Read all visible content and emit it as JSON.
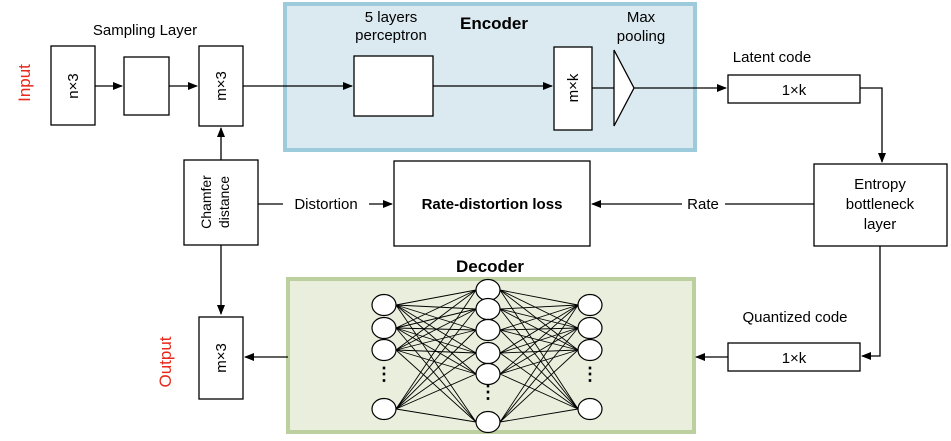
{
  "side_labels": {
    "input": "Input",
    "output": "Output"
  },
  "sampling": {
    "title": "Sampling Layer",
    "box_in": "n×3",
    "box_out": "m×3"
  },
  "encoder": {
    "title": "Encoder",
    "perceptron": "5 layers\nperceptron",
    "features": "m×k",
    "max_pooling": "Max\npooling"
  },
  "latent": {
    "title": "Latent code",
    "value": "1×k"
  },
  "entropy": {
    "label": "Entropy\nbottleneck\nlayer"
  },
  "chamfer": {
    "label": "Chamfer\ndistance"
  },
  "loss": {
    "label": "Rate-distortion loss",
    "distortion": "Distortion",
    "rate": "Rate"
  },
  "quantized": {
    "title": "Quantized code",
    "value": "1×k"
  },
  "decoder": {
    "title": "Decoder",
    "dots": "⋮"
  },
  "output_box": {
    "value": "m×3"
  },
  "colors": {
    "encoder_fill": "#dbe9f1",
    "encoder_stroke": "#9dcbdc",
    "decoder_fill": "#e9efdc",
    "decoder_stroke": "#bccf9e",
    "side_label": "#e8281b"
  }
}
